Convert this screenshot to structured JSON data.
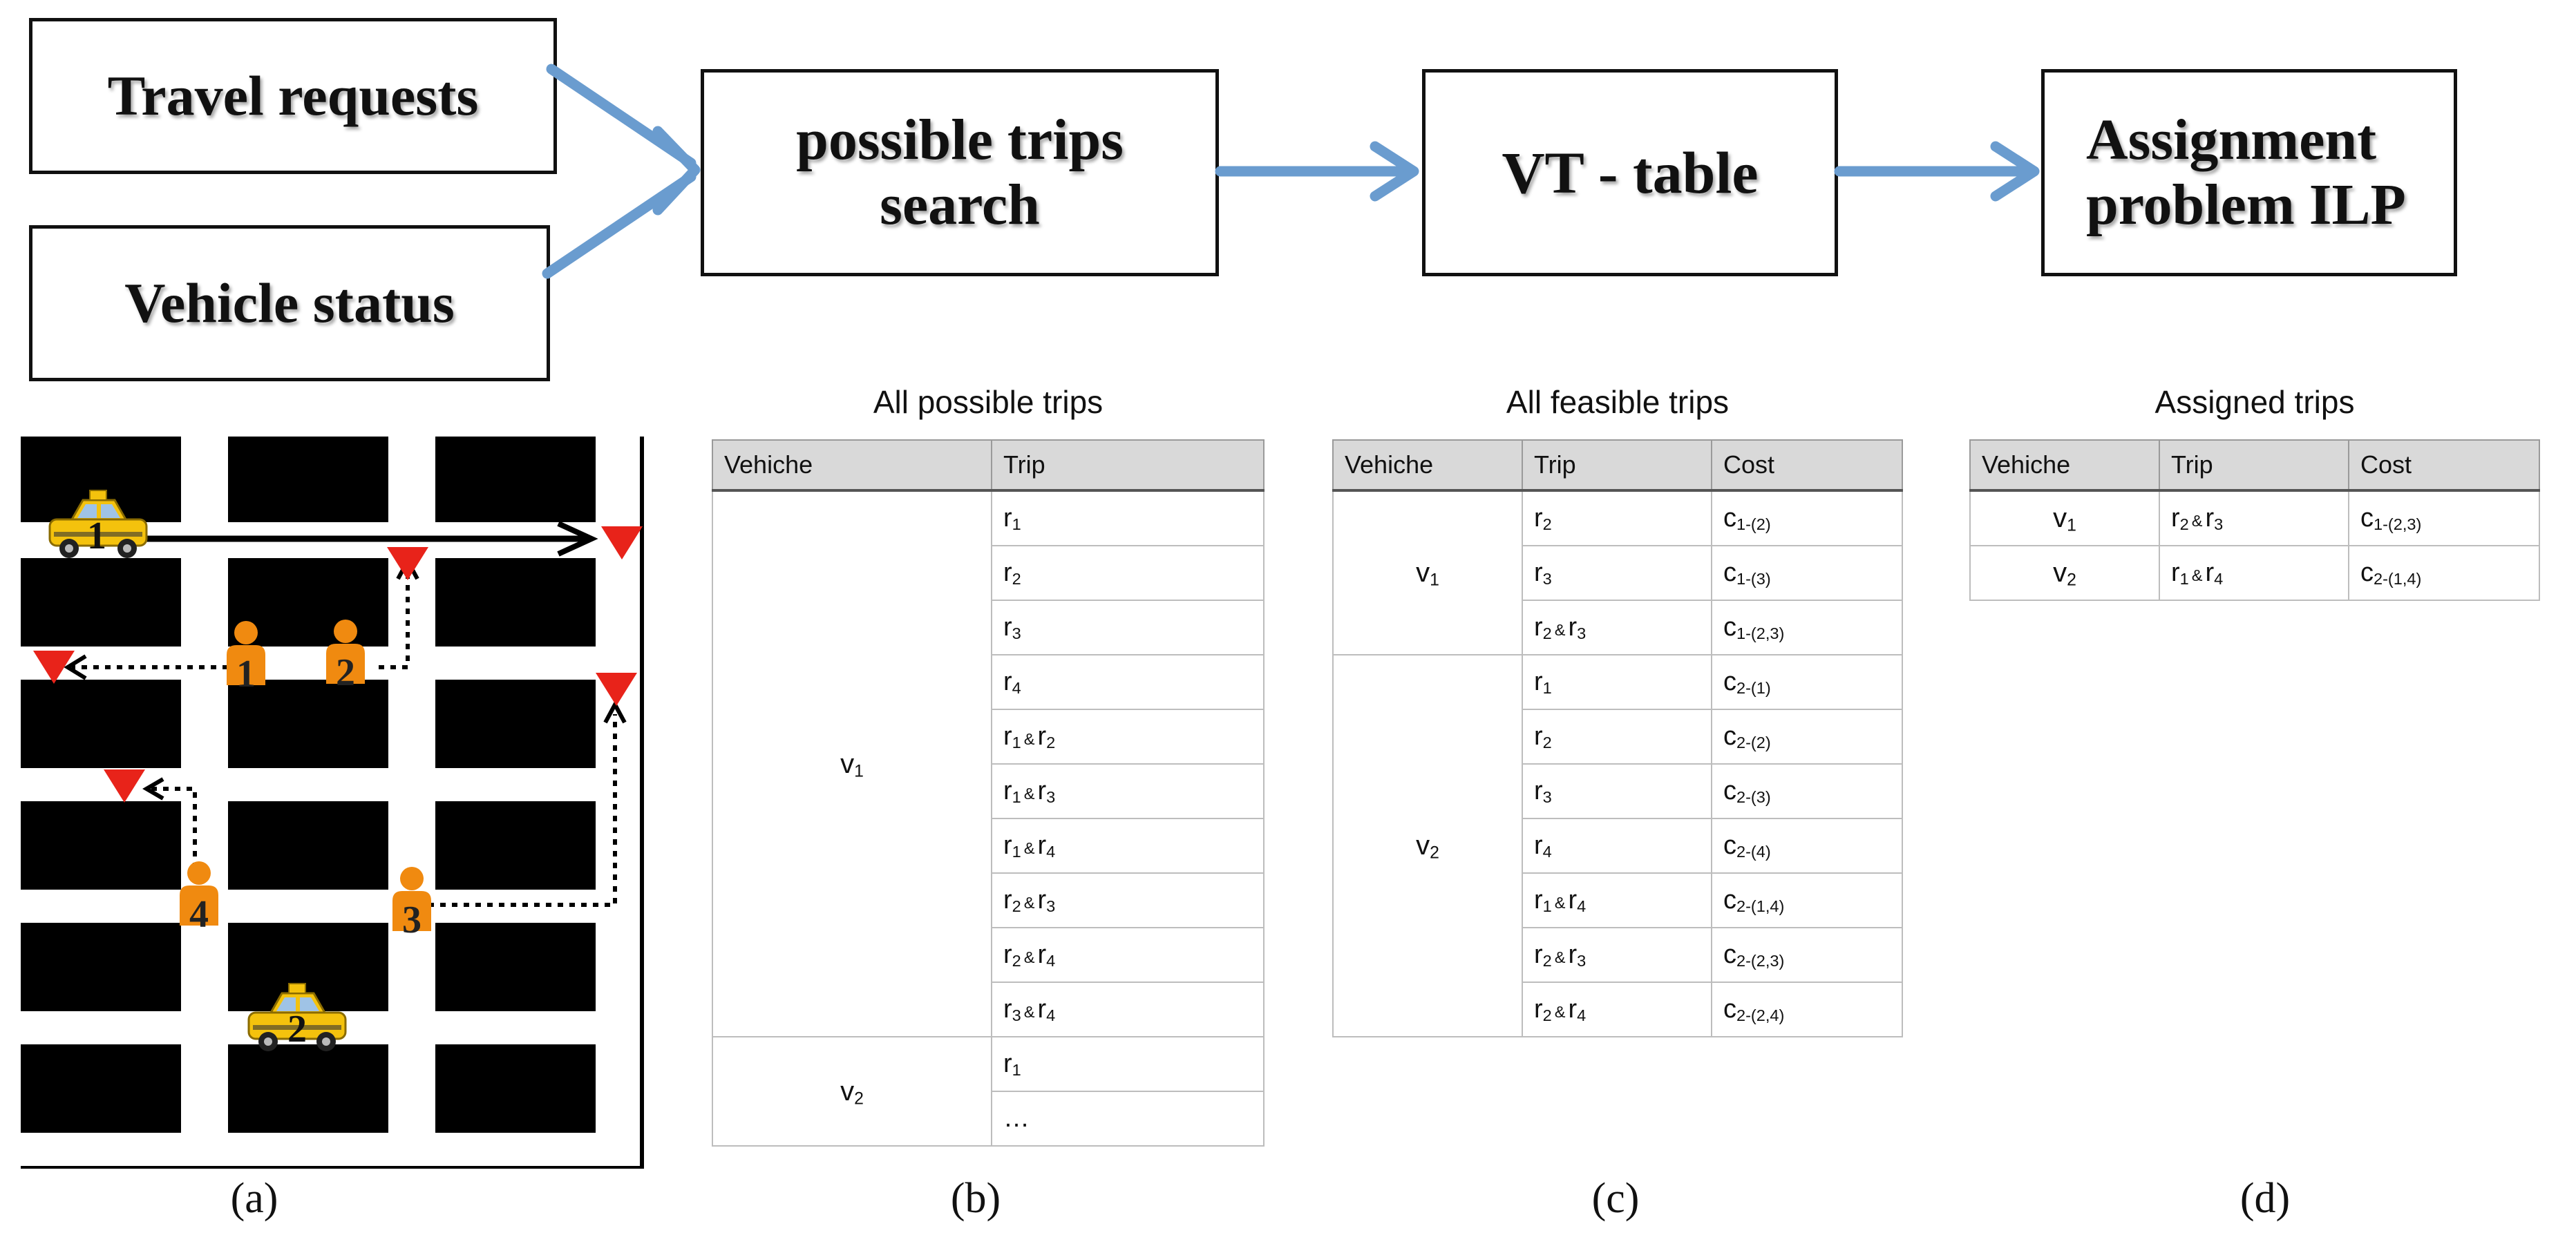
{
  "flow": {
    "travel_requests": "Travel requests",
    "vehicle_status": "Vehicle status",
    "possible_trips_search": "possible trips\nsearch",
    "vt_table": "VT - table",
    "assignment_ilp": "Assignment\nproblem ILP"
  },
  "map": {
    "vehicles": [
      "1",
      "2"
    ],
    "passengers": [
      "1",
      "2",
      "3",
      "4"
    ],
    "colors": {
      "arrow": "#6a9ccf",
      "marker": "#e8231a",
      "passenger": "#f08a10",
      "taxi": "#f4c20d"
    }
  },
  "tables": {
    "b": {
      "caption": "All possible trips",
      "headers": [
        "Vehiche",
        "Trip"
      ],
      "groups": [
        {
          "vehicle": [
            "v",
            "1"
          ],
          "trips": [
            [
              "r1"
            ],
            [
              "r2"
            ],
            [
              "r3"
            ],
            [
              "r4"
            ],
            [
              "r1",
              "r2"
            ],
            [
              "r1",
              "r3"
            ],
            [
              "r1",
              "r4"
            ],
            [
              "r2",
              "r3"
            ],
            [
              "r2",
              "r4"
            ],
            [
              "r3",
              "r4"
            ]
          ]
        },
        {
          "vehicle": [
            "v",
            "2"
          ],
          "trips": [
            [
              "r1"
            ],
            [
              "…"
            ]
          ]
        }
      ]
    },
    "c": {
      "caption": "All feasible trips",
      "headers": [
        "Vehiche",
        "Trip",
        "Cost"
      ],
      "groups": [
        {
          "vehicle": [
            "v",
            "1"
          ],
          "rows": [
            {
              "trip": [
                "r2"
              ],
              "cost": [
                "c",
                "1-(2)"
              ]
            },
            {
              "trip": [
                "r3"
              ],
              "cost": [
                "c",
                "1-(3)"
              ]
            },
            {
              "trip": [
                "r2",
                "r3"
              ],
              "cost": [
                "c",
                "1-(2,3)"
              ]
            }
          ]
        },
        {
          "vehicle": [
            "v",
            "2"
          ],
          "rows": [
            {
              "trip": [
                "r1"
              ],
              "cost": [
                "c",
                "2-(1)"
              ]
            },
            {
              "trip": [
                "r2"
              ],
              "cost": [
                "c",
                "2-(2)"
              ]
            },
            {
              "trip": [
                "r3"
              ],
              "cost": [
                "c",
                "2-(3)"
              ]
            },
            {
              "trip": [
                "r4"
              ],
              "cost": [
                "c",
                "2-(4)"
              ]
            },
            {
              "trip": [
                "r1",
                "r4"
              ],
              "cost": [
                "c",
                "2-(1,4)"
              ]
            },
            {
              "trip": [
                "r2",
                "r3"
              ],
              "cost": [
                "c",
                "2-(2,3)"
              ]
            },
            {
              "trip": [
                "r2",
                "r4"
              ],
              "cost": [
                "c",
                "2-(2,4)"
              ]
            }
          ]
        }
      ]
    },
    "d": {
      "caption": "Assigned trips",
      "headers": [
        "Vehiche",
        "Trip",
        "Cost"
      ],
      "rows": [
        {
          "vehicle": [
            "v",
            "1"
          ],
          "trip": [
            "r2",
            "r3"
          ],
          "cost": [
            "c",
            "1-(2,3)"
          ]
        },
        {
          "vehicle": [
            "v",
            "2"
          ],
          "trip": [
            "r1",
            "r4"
          ],
          "cost": [
            "c",
            "2-(1,4)"
          ]
        }
      ]
    }
  },
  "panels": [
    "(a)",
    "(b)",
    "(c)",
    "(d)"
  ],
  "amp": "&"
}
